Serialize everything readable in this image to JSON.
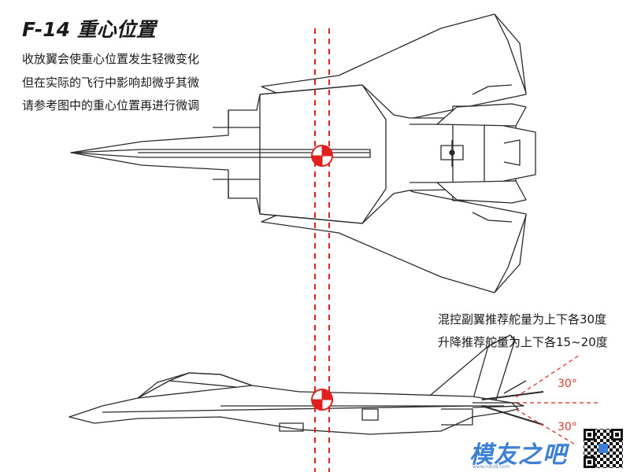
{
  "title": "F-14 重心位置",
  "notes": [
    "收放翼会使重心位置发生轻微变化",
    "但在实际的飞行中影响却微乎其微",
    "请参考图中的重心位置再进行微调"
  ],
  "specs": [
    "混控副翼推荐舵量为上下各30度",
    "升降推荐舵量为上下各15~20度"
  ],
  "angles": {
    "upper": "30°",
    "lower": "30°"
  },
  "watermark": {
    "text": "模友之吧",
    "url": "www.moz8.com"
  },
  "colors": {
    "accent": "#e0201c",
    "line": "#2a2a2a",
    "watermark": "#3b7fd6"
  },
  "icons": {
    "cg_marker": "cg-target-icon",
    "qr": "qr-code-icon"
  }
}
